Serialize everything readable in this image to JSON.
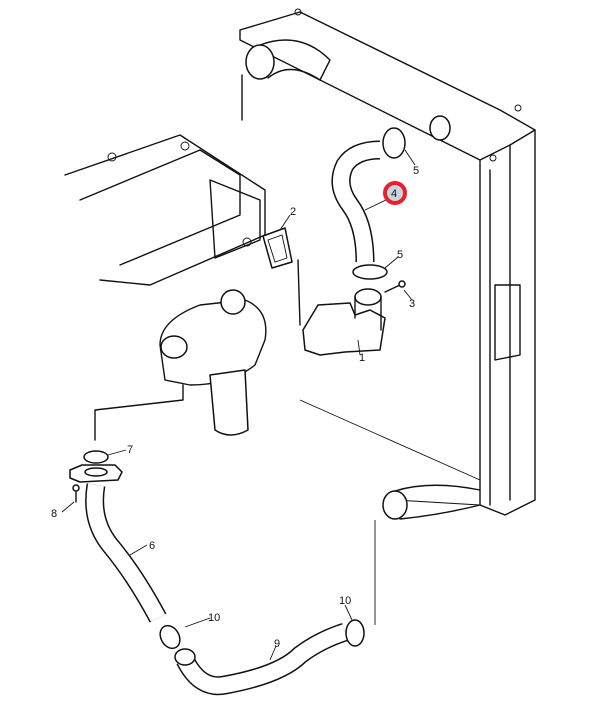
{
  "diagram": {
    "callouts": [
      {
        "id": "1",
        "label": "1"
      },
      {
        "id": "2",
        "label": "2"
      },
      {
        "id": "3",
        "label": "3"
      },
      {
        "id": "4",
        "label": "4",
        "highlighted": true
      },
      {
        "id": "5a",
        "label": "5"
      },
      {
        "id": "5b",
        "label": "5"
      },
      {
        "id": "6",
        "label": "6"
      },
      {
        "id": "7",
        "label": "7"
      },
      {
        "id": "8",
        "label": "8"
      },
      {
        "id": "9",
        "label": "9"
      },
      {
        "id": "10a",
        "label": "10"
      },
      {
        "id": "10b",
        "label": "10"
      }
    ],
    "highlight_color": "#e8202a",
    "highlight_fill": "#c9d3e3"
  }
}
